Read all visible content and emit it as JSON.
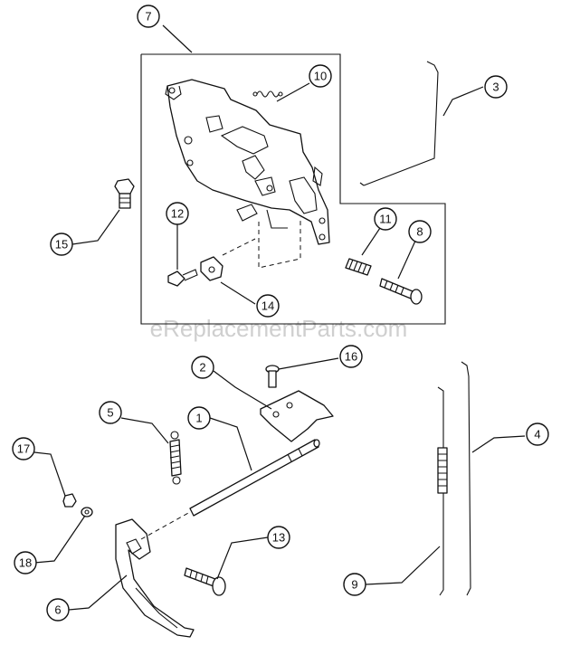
{
  "watermark": "eReplacementParts.com",
  "colors": {
    "line": "#111111",
    "background": "#ffffff",
    "watermark": "#cfcfcf"
  },
  "callouts": [
    {
      "id": "c7",
      "label": "7"
    },
    {
      "id": "c10",
      "label": "10"
    },
    {
      "id": "c3",
      "label": "3"
    },
    {
      "id": "c15",
      "label": "15"
    },
    {
      "id": "c12",
      "label": "12"
    },
    {
      "id": "c11",
      "label": "11"
    },
    {
      "id": "c8",
      "label": "8"
    },
    {
      "id": "c14",
      "label": "14"
    },
    {
      "id": "c16",
      "label": "16"
    },
    {
      "id": "c2",
      "label": "2"
    },
    {
      "id": "c5",
      "label": "5"
    },
    {
      "id": "c1",
      "label": "1"
    },
    {
      "id": "c4",
      "label": "4"
    },
    {
      "id": "c17",
      "label": "17"
    },
    {
      "id": "c13",
      "label": "13"
    },
    {
      "id": "c18",
      "label": "18"
    },
    {
      "id": "c9",
      "label": "9"
    },
    {
      "id": "c6",
      "label": "6"
    }
  ]
}
